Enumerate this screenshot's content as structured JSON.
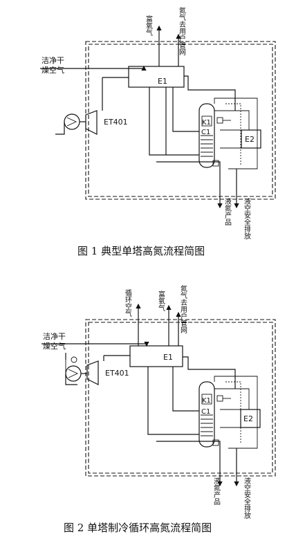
{
  "figure1": {
    "caption": "图 1    典型单塔高氮流程简图",
    "labels": {
      "clean_dry_air": [
        "洁净干",
        "燥空气"
      ],
      "rich_oxygen": "富氧气",
      "nitrogen_user": "氮气去用户管网",
      "liquid_air_safety": "液空安全排放",
      "liquid_nitrogen": "液氮产品",
      "E1": "E1",
      "E2": "E2",
      "K1": "K1",
      "C1": "C1",
      "ET401": "ET401"
    }
  },
  "figure2": {
    "caption": "图 2    单塔制冷循环高氮流程简图",
    "labels": {
      "clean_dry_air": [
        "洁净干",
        "燥空气"
      ],
      "recycle_air": "循环空气",
      "rich_oxygen": "富氧气",
      "nitrogen_user": "氮气去用户管网",
      "liquid_air_safety": "液空安全排放",
      "liquid_nitrogen": "液氮产品",
      "E1": "E1",
      "E2": "E2",
      "K1": "K1",
      "C1": "C1",
      "ET401": "ET401"
    }
  }
}
